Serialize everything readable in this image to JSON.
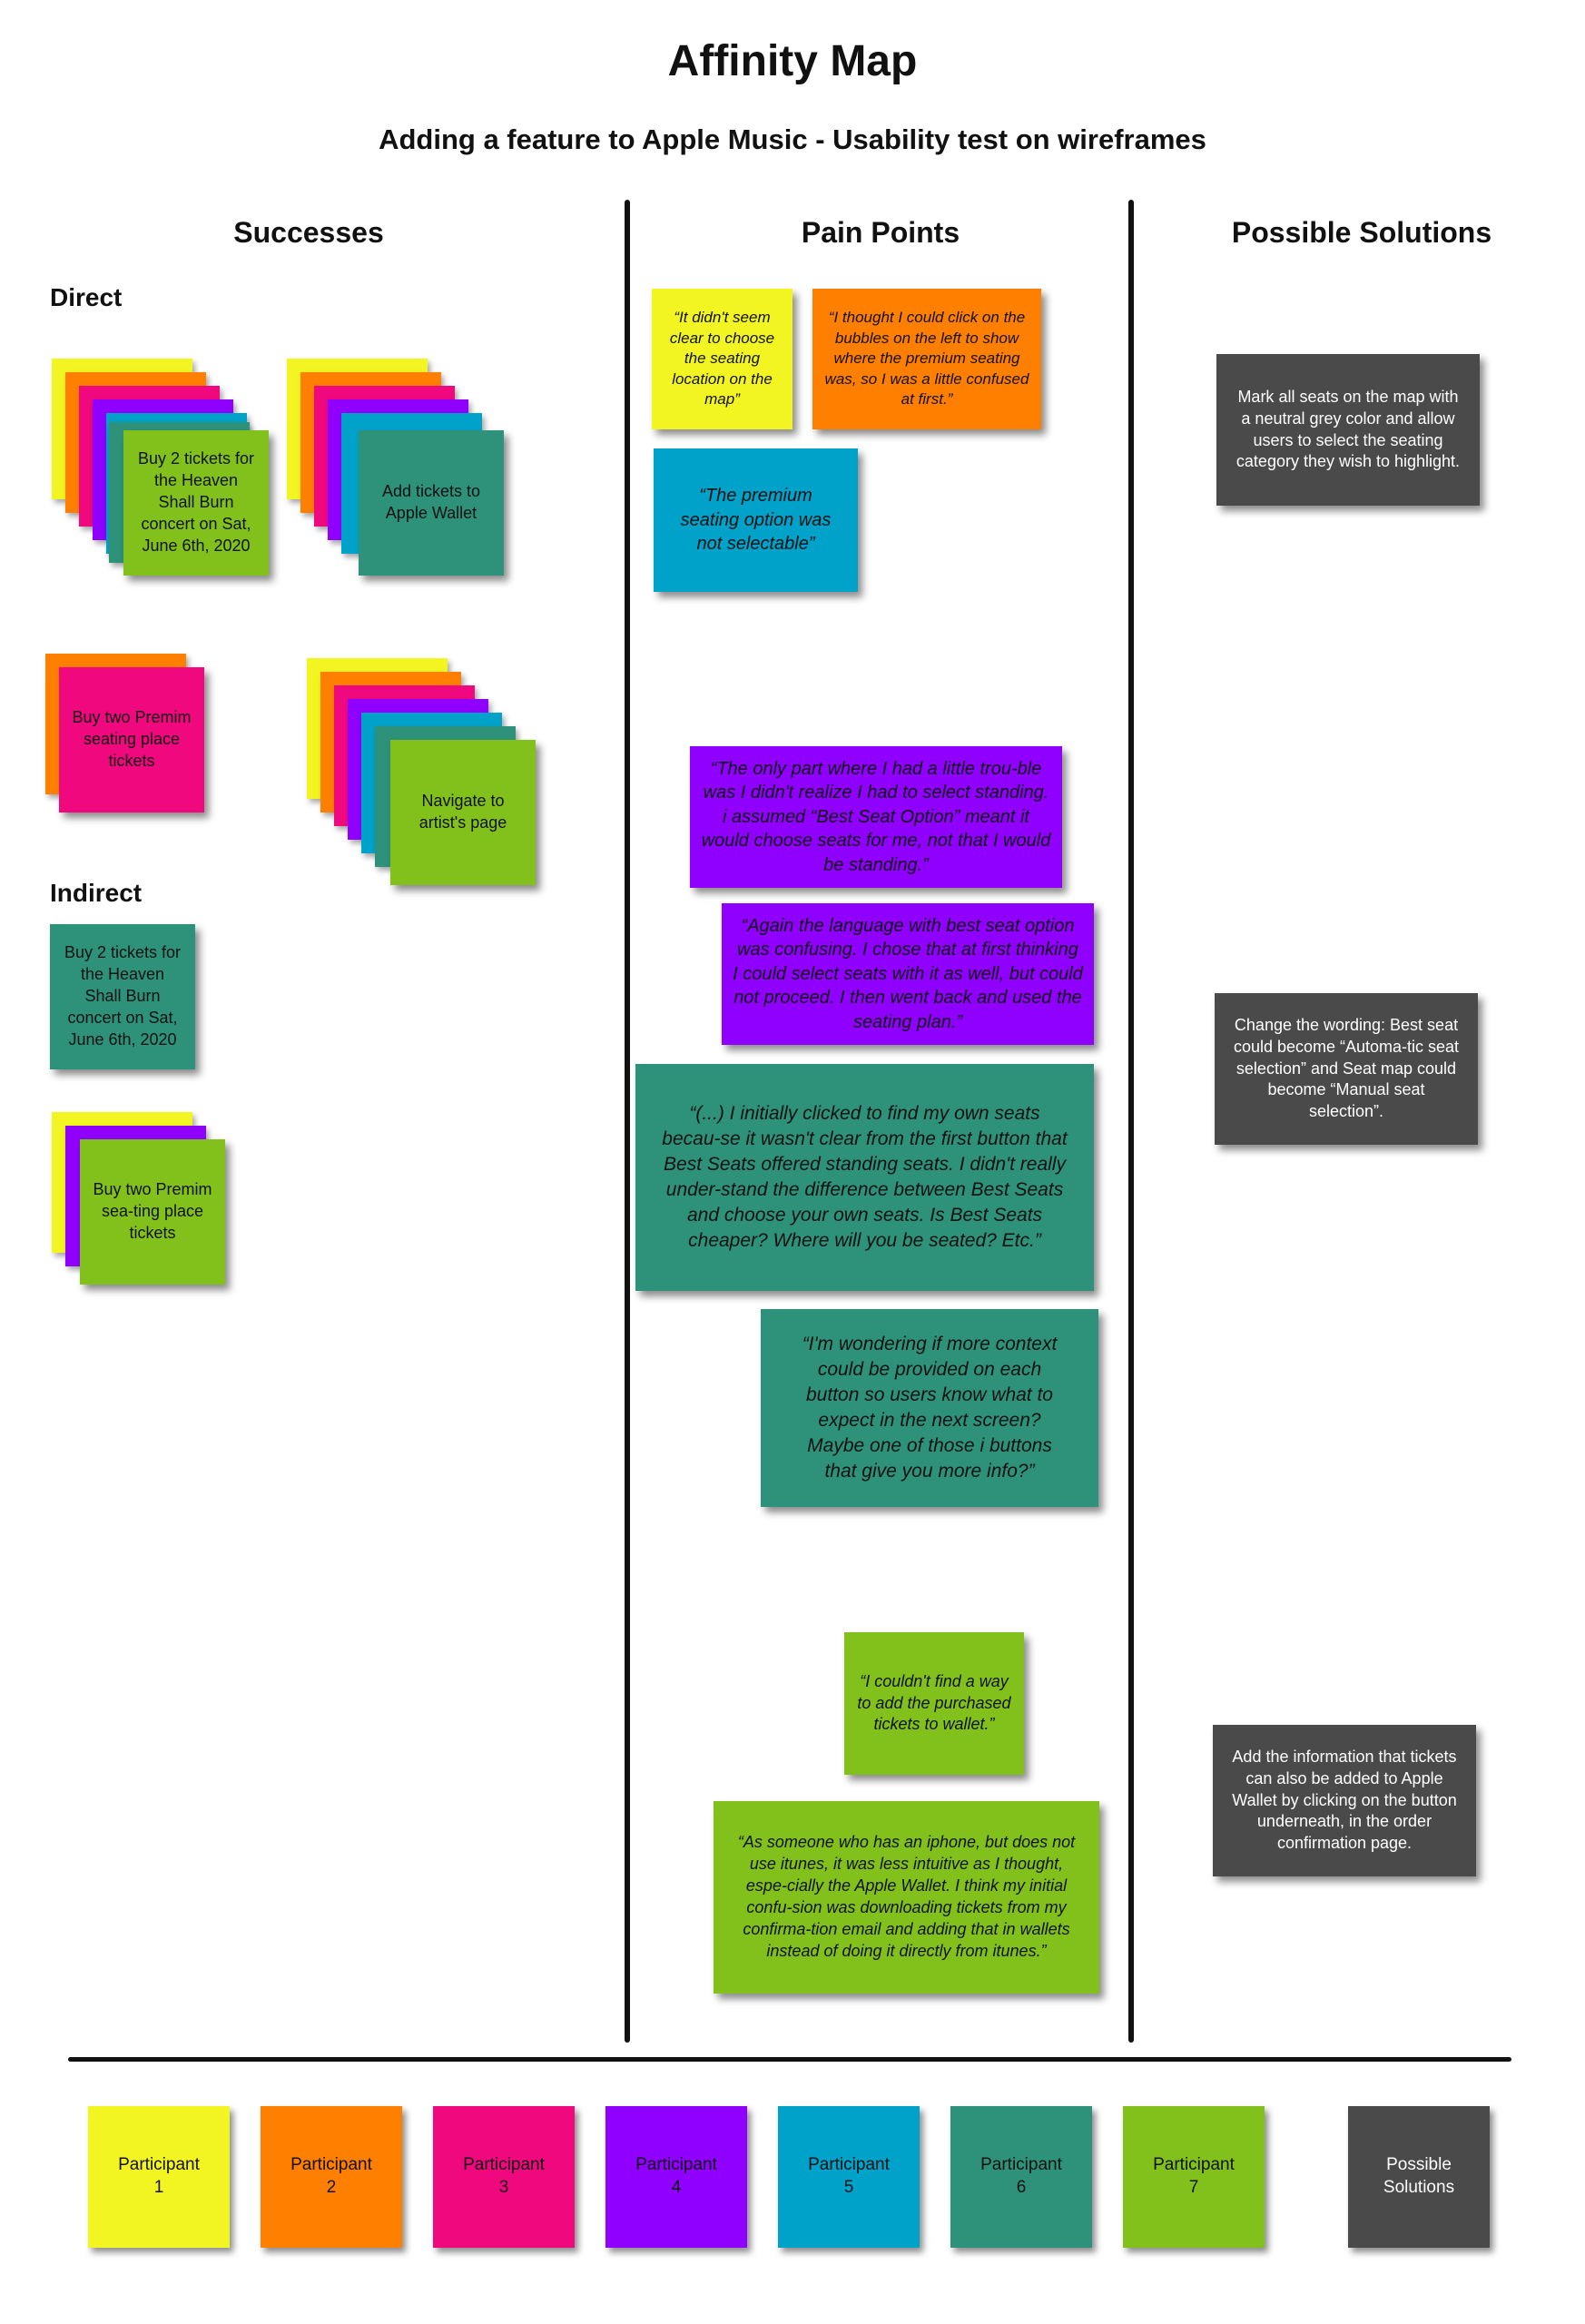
{
  "title": "Affinity Map",
  "subtitle": "Adding a feature to Apple Music - Usability test on wireframes",
  "columns": {
    "successes": "Successes",
    "pain_points": "Pain Points",
    "solutions": "Possible Solutions"
  },
  "sections": {
    "direct": "Direct",
    "indirect": "Indirect"
  },
  "colors": {
    "p1": "#f2f521",
    "p2": "#ff7f00",
    "p3": "#f0087e",
    "p4": "#8f00ff",
    "p5": "#00a2c9",
    "p6": "#2e927b",
    "p7": "#82c11c",
    "solution": "#4a4a4a"
  },
  "successes": {
    "direct": [
      "Buy 2 tickets for the Heaven Shall Burn concert on Sat, June 6th, 2020",
      "Add tickets to Apple Wallet",
      "Buy two Premim seating place tickets",
      "Navigate to artist's page"
    ],
    "indirect": [
      "Buy 2 tickets for the Heaven Shall Burn concert on Sat, June 6th, 2020",
      "Buy two Premim sea-ting place tickets"
    ]
  },
  "pain_points": [
    "“It didn't seem clear to choose the seating location on the map”",
    "“I thought I could click on the bubbles on the left to show where the premium seating was, so I was a little confused at first.”",
    "“The premium seating option was not selectable”",
    "“The only part where I had a little trou-ble was I didn't realize I had to select standing. i assumed “Best Seat Option” meant it would choose seats for me, not that I would be standing.”",
    "“Again the language with best seat option was confusing. I chose that at first thinking I could select seats with it as well, but could not proceed. I then went back and used the seating plan.”",
    "“(...) I initially clicked to find my own seats becau-se it wasn't clear from the first button that Best Seats offered standing seats. I didn't really under-stand the difference between Best Seats and choose your own seats. Is Best Seats cheaper? Where will you be seated? Etc.”",
    "“I'm wondering if more context could be provided on each button so users know what to expect in the next screen? Maybe one of those i buttons that give you more info?”",
    "“I couldn't find a way to add the purchased tickets to wallet.”",
    "“As someone who has an iphone, but does not use itunes, it was less intuitive as I thought, espe-cially the Apple Wallet. I think my initial confu-sion was downloading tickets from my confirma-tion email and adding that in wallets instead of doing it directly from itunes.”"
  ],
  "solutions": [
    "Mark all seats on the map with a neutral grey color and allow users to select the seating category they wish to highlight.",
    "Change the wording: Best seat could become “Automa-tic seat selection” and Seat map could become “Manual seat selection”.",
    "Add the information that tickets can also be added to Apple Wallet by clicking on the button underneath, in the order confirmation page."
  ],
  "legend": [
    "Participant\n1",
    "Participant\n2",
    "Participant\n3",
    "Participant\n4",
    "Participant\n5",
    "Participant\n6",
    "Participant\n7",
    "Possible\nSolutions"
  ]
}
